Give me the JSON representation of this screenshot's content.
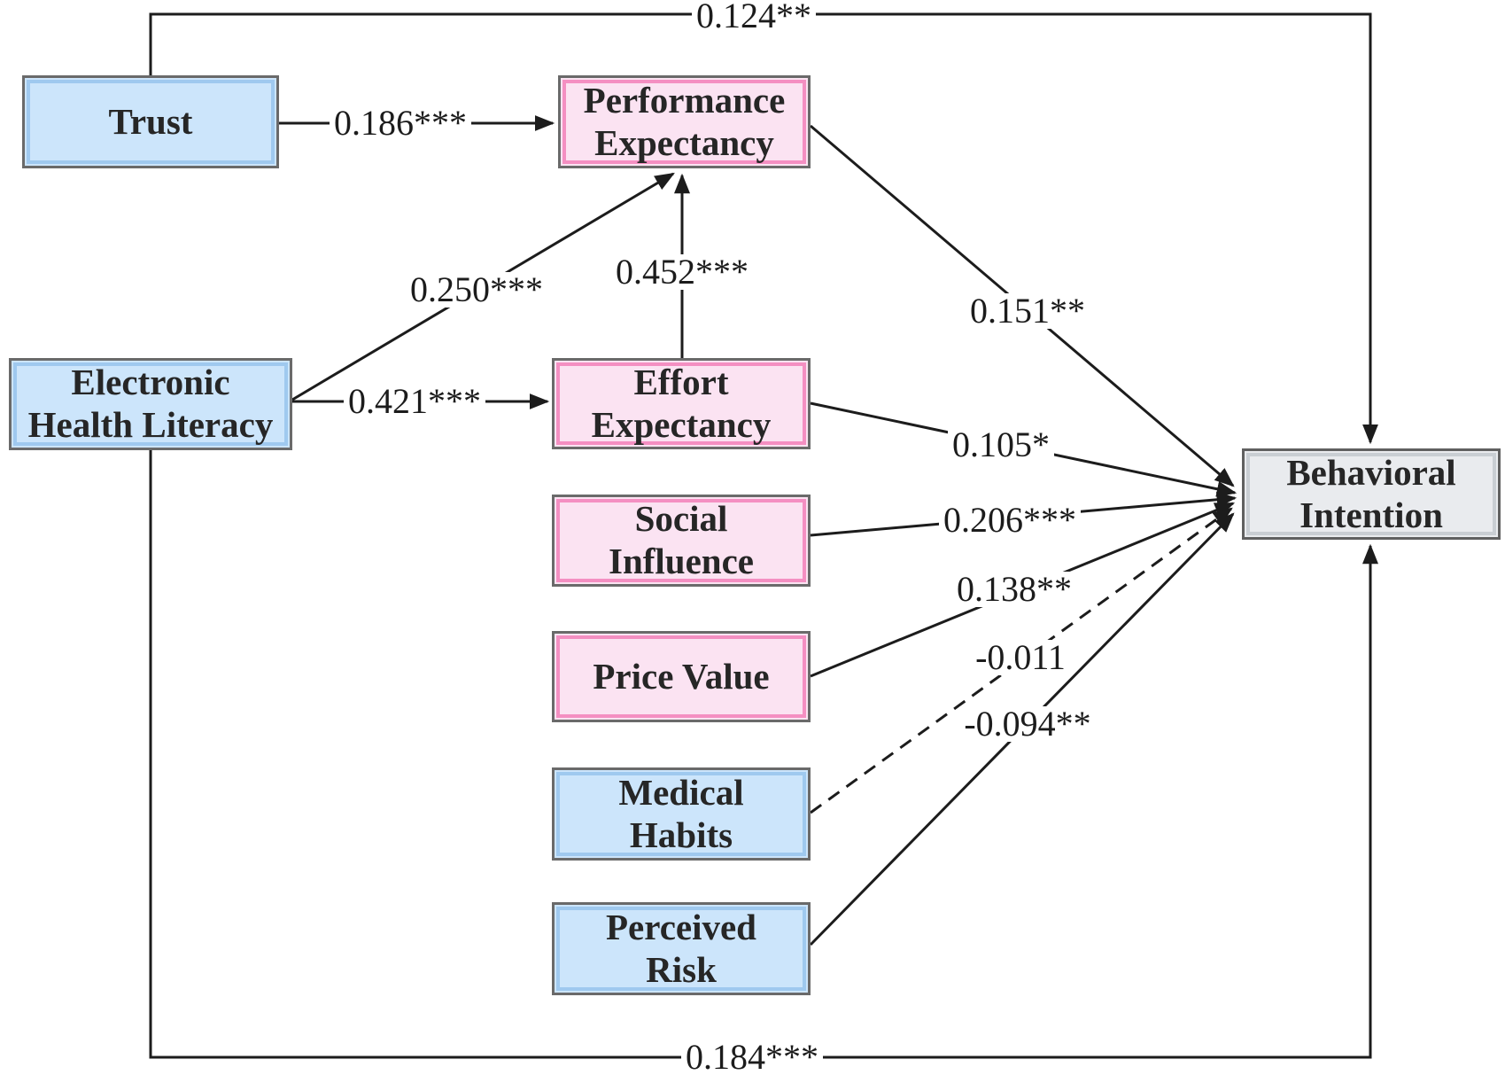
{
  "diagram": {
    "type": "path-model",
    "colors": {
      "exogenous_fill": "#cce5fb",
      "exogenous_inner_border": "#9fc9ef",
      "mediator_fill": "#fbe3f2",
      "mediator_inner_border": "#f48fc2",
      "outcome_fill": "#e9ebee",
      "outcome_inner_border": "#c9ced3",
      "frame_border": "#6a6a6a",
      "line": "#1c1c1c"
    },
    "nodes": [
      {
        "id": "trust",
        "label": "Trust",
        "style": "blue"
      },
      {
        "id": "performance-expectancy",
        "label": "Performance\nExpectancy",
        "style": "pink"
      },
      {
        "id": "electronic-health-literacy",
        "label": "Electronic\nHealth Literacy",
        "style": "blue"
      },
      {
        "id": "effort-expectancy",
        "label": "Effort\nExpectancy",
        "style": "pink"
      },
      {
        "id": "social-influence",
        "label": "Social\nInfluence",
        "style": "pink"
      },
      {
        "id": "price-value",
        "label": "Price Value",
        "style": "pink"
      },
      {
        "id": "medical-habits",
        "label": "Medical\nHabits",
        "style": "blue"
      },
      {
        "id": "perceived-risk",
        "label": "Perceived\nRisk",
        "style": "blue"
      },
      {
        "id": "behavioral-intention",
        "label": "Behavioral\nIntention",
        "style": "gray"
      }
    ],
    "edges": [
      {
        "from": "trust",
        "to": "performance-expectancy",
        "coefficient": "0.186***",
        "line_style": "solid"
      },
      {
        "from": "electronic-health-literacy",
        "to": "performance-expectancy",
        "coefficient": "0.250***",
        "line_style": "solid"
      },
      {
        "from": "effort-expectancy",
        "to": "performance-expectancy",
        "coefficient": "0.452***",
        "line_style": "solid"
      },
      {
        "from": "electronic-health-literacy",
        "to": "effort-expectancy",
        "coefficient": "0.421***",
        "line_style": "solid"
      },
      {
        "from": "trust",
        "to": "behavioral-intention",
        "coefficient": "0.124**",
        "line_style": "solid"
      },
      {
        "from": "performance-expectancy",
        "to": "behavioral-intention",
        "coefficient": "0.151**",
        "line_style": "solid"
      },
      {
        "from": "effort-expectancy",
        "to": "behavioral-intention",
        "coefficient": "0.105*",
        "line_style": "solid"
      },
      {
        "from": "social-influence",
        "to": "behavioral-intention",
        "coefficient": "0.206***",
        "line_style": "solid"
      },
      {
        "from": "price-value",
        "to": "behavioral-intention",
        "coefficient": "0.138**",
        "line_style": "solid"
      },
      {
        "from": "medical-habits",
        "to": "behavioral-intention",
        "coefficient": "-0.011",
        "line_style": "dashed"
      },
      {
        "from": "perceived-risk",
        "to": "behavioral-intention",
        "coefficient": "-0.094**",
        "line_style": "solid"
      },
      {
        "from": "electronic-health-literacy",
        "to": "behavioral-intention",
        "coefficient": "0.184***",
        "line_style": "solid"
      }
    ]
  }
}
